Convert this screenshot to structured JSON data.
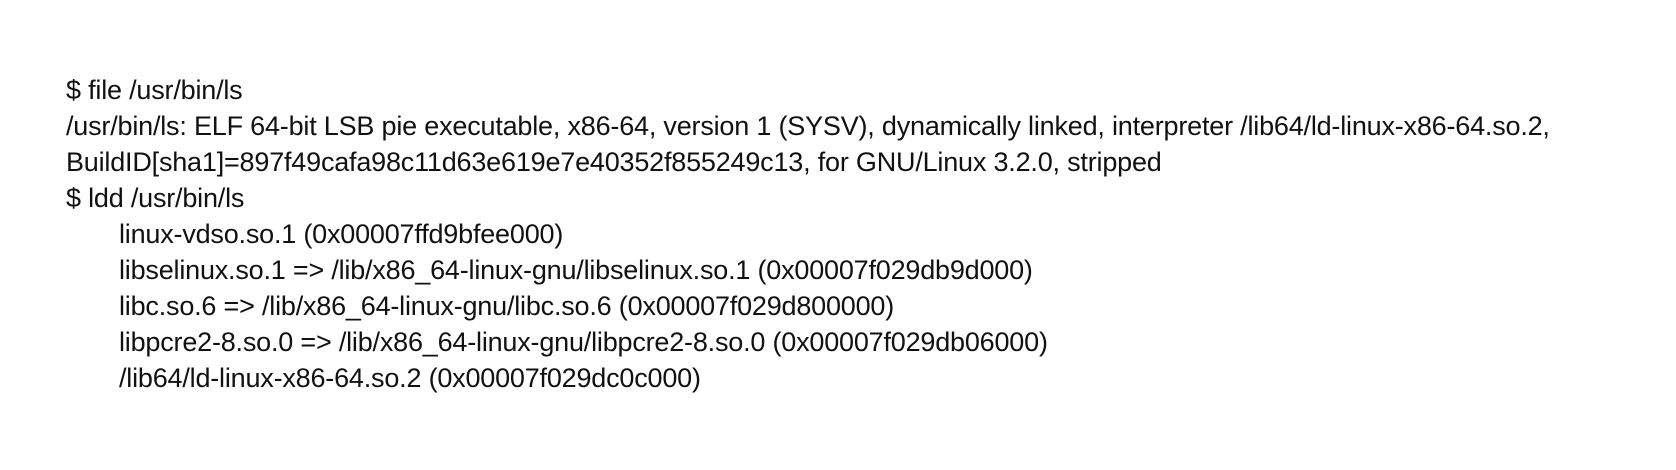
{
  "terminal": {
    "cmd1": "$ file /usr/bin/ls",
    "file_output": "/usr/bin/ls: ELF 64-bit LSB pie executable, x86-64, version 1 (SYSV), dynamically linked, interpreter /lib64/ld-linux-x86-64.so.2, BuildID[sha1]=897f49cafa98c11d63e619e7e40352f855249c13, for GNU/Linux 3.2.0, stripped",
    "cmd2": "$ ldd /usr/bin/ls",
    "ldd_output": [
      "linux-vdso.so.1 (0x00007ffd9bfee000)",
      "libselinux.so.1 => /lib/x86_64-linux-gnu/libselinux.so.1 (0x00007f029db9d000)",
      "libc.so.6 => /lib/x86_64-linux-gnu/libc.so.6 (0x00007f029d800000)",
      "libpcre2-8.so.0 => /lib/x86_64-linux-gnu/libpcre2-8.so.0 (0x00007f029db06000)",
      "/lib64/ld-linux-x86-64.so.2 (0x00007f029dc0c000)"
    ]
  }
}
